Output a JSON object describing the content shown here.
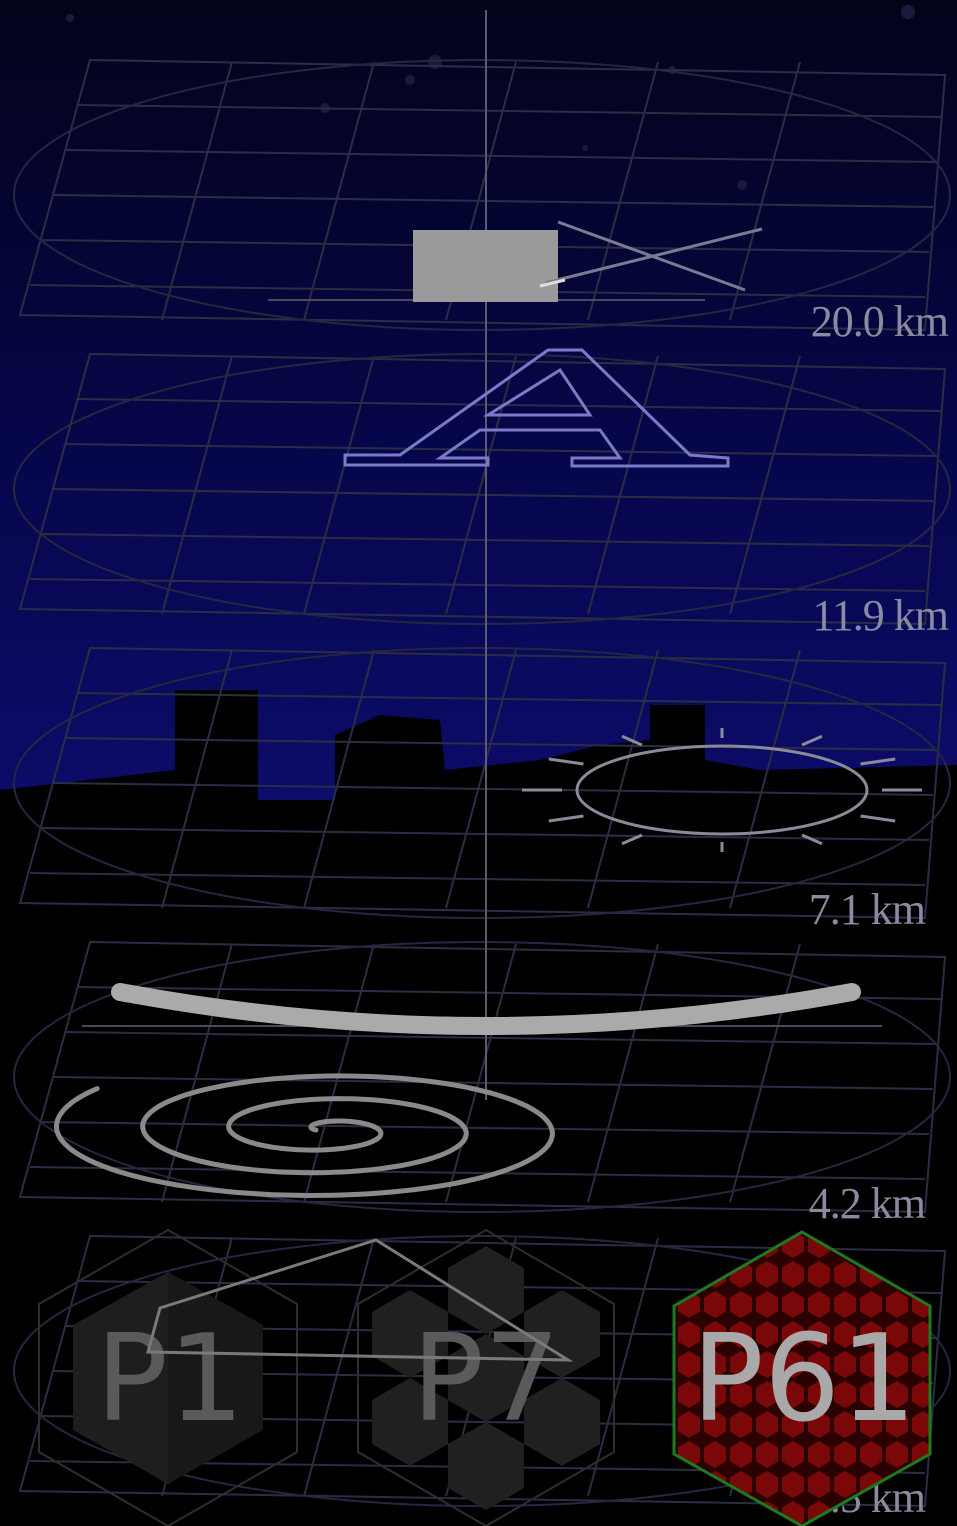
{
  "altitude_labels": [
    {
      "id": "alt-20",
      "text": "20.0 km"
    },
    {
      "id": "alt-11",
      "text": "11.9 km"
    },
    {
      "id": "alt-7",
      "text": "7.1 km"
    },
    {
      "id": "alt-4",
      "text": "4.2 km"
    },
    {
      "id": "alt-2",
      "text": "2.5 km"
    }
  ],
  "presets": [
    {
      "id": "p1",
      "label": "P1",
      "selected": false
    },
    {
      "id": "p7",
      "label": "P7",
      "selected": false
    },
    {
      "id": "p61",
      "label": "P61",
      "selected": true
    }
  ],
  "icons": [
    "aircraft-icon",
    "aperture-a-icon",
    "sun-ellipse-icon",
    "horizon-arc-icon",
    "spiral-icon"
  ],
  "colors": {
    "sky_top": "#03031a",
    "sky_bottom": "#0a0a5c",
    "ground": "#000000",
    "grid": "#3a3a55",
    "label": "#8a8aa0",
    "symbol_blue": "#8a8ad8",
    "selected_fill": "#5a0a0a",
    "selected_border": "#1e7a1e"
  }
}
